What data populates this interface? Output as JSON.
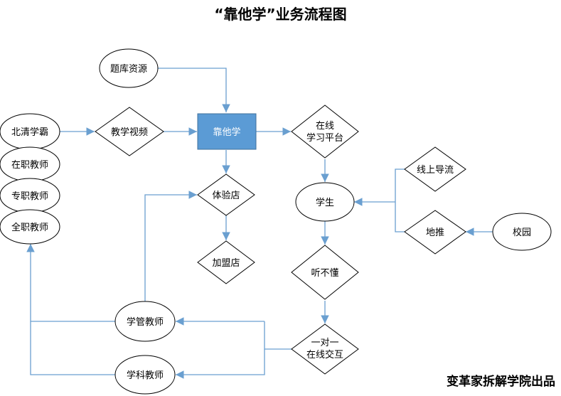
{
  "title": "“靠他学”业务流程图",
  "footer": "变革家拆解学院出品",
  "colors": {
    "line": "#6a9fd0",
    "center_fill": "#5b9bd5",
    "stroke": "#000000"
  },
  "nodes": {
    "tiku": "题库资源",
    "beiqing": "北清学霸",
    "zaizhi": "在职教师",
    "zhuanzhi": "专职教师",
    "quanzhi": "全职教师",
    "video": "教学视频",
    "center": "靠他学",
    "online_l1": "在线",
    "online_l2": "学习平台",
    "tiyan": "体验店",
    "jiameng": "加盟店",
    "student": "学生",
    "xianshang": "线上导流",
    "ditui": "地推",
    "xiaoyuan": "校园",
    "tingbudong": "听不懂",
    "yiduiyi_l1": "一对一",
    "yiduiyi_l2": "在线交互",
    "xueguan": "学管教师",
    "xueke": "学科教师"
  }
}
